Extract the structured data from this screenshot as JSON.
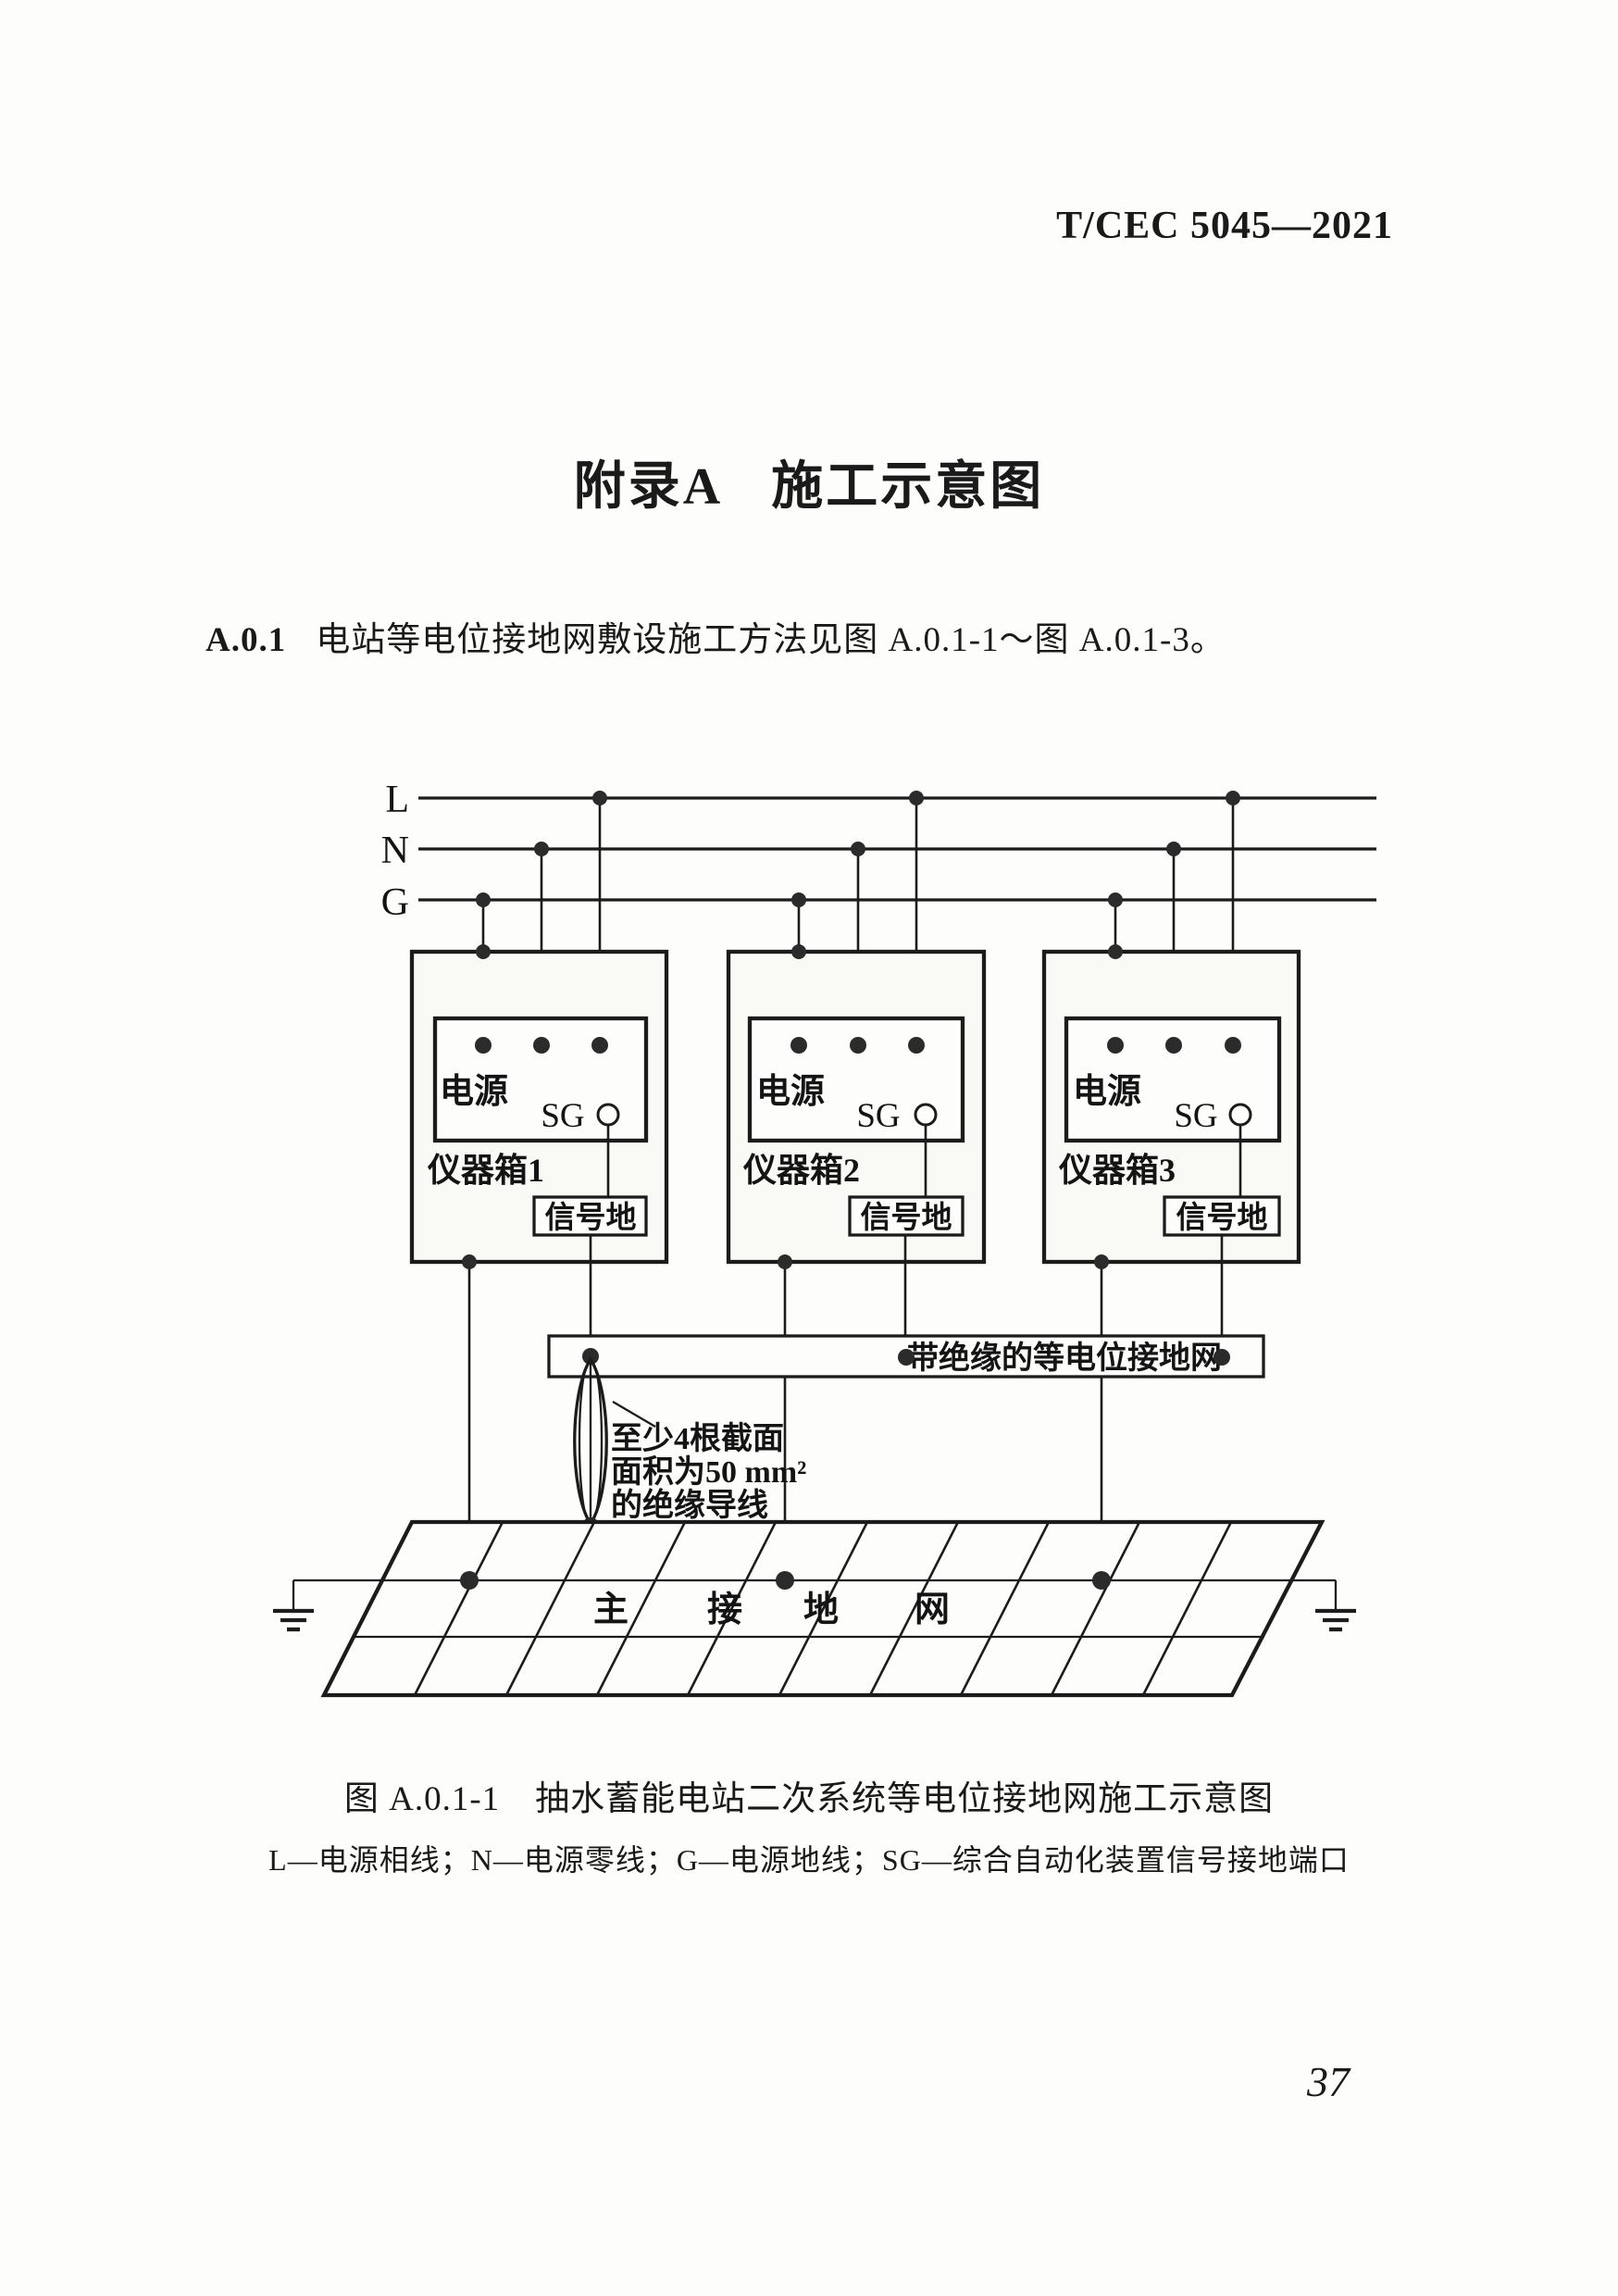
{
  "page": {
    "header": "T/CEC 5045—2021",
    "page_number": "37"
  },
  "appendix": {
    "title_label": "附录A",
    "title_text": "施工示意图",
    "clause_number": "A.0.1",
    "clause_text": "电站等电位接地网敷设施工方法见图 A.0.1-1～图 A.0.1-3。"
  },
  "figure": {
    "caption": "图 A.0.1-1　抽水蓄能电站二次系统等电位接地网施工示意图",
    "legend": "L—电源相线；N—电源零线；G—电源地线；SG—综合自动化装置信号接地端口"
  },
  "diagram": {
    "bus_labels": [
      "L",
      "N",
      "G"
    ],
    "instrument_boxes": [
      {
        "name": "仪器箱1",
        "power_label": "电源",
        "sg_label": "SG",
        "signal_ground_label": "信号地"
      },
      {
        "name": "仪器箱2",
        "power_label": "电源",
        "sg_label": "SG",
        "signal_ground_label": "信号地"
      },
      {
        "name": "仪器箱3",
        "power_label": "电源",
        "sg_label": "SG",
        "signal_ground_label": "信号地"
      }
    ],
    "equipotential_bar_label": "带绝缘的等电位接地网",
    "wire_note_lines": [
      "至少4根截面",
      "面积为50 mm²",
      "的绝缘导线"
    ],
    "grid_label_chars": [
      "主",
      "接",
      "地",
      "网"
    ],
    "colors": {
      "ink": "#1c1c1c",
      "dot": "#2b2b2b",
      "paper": "#fdfdfc"
    }
  }
}
